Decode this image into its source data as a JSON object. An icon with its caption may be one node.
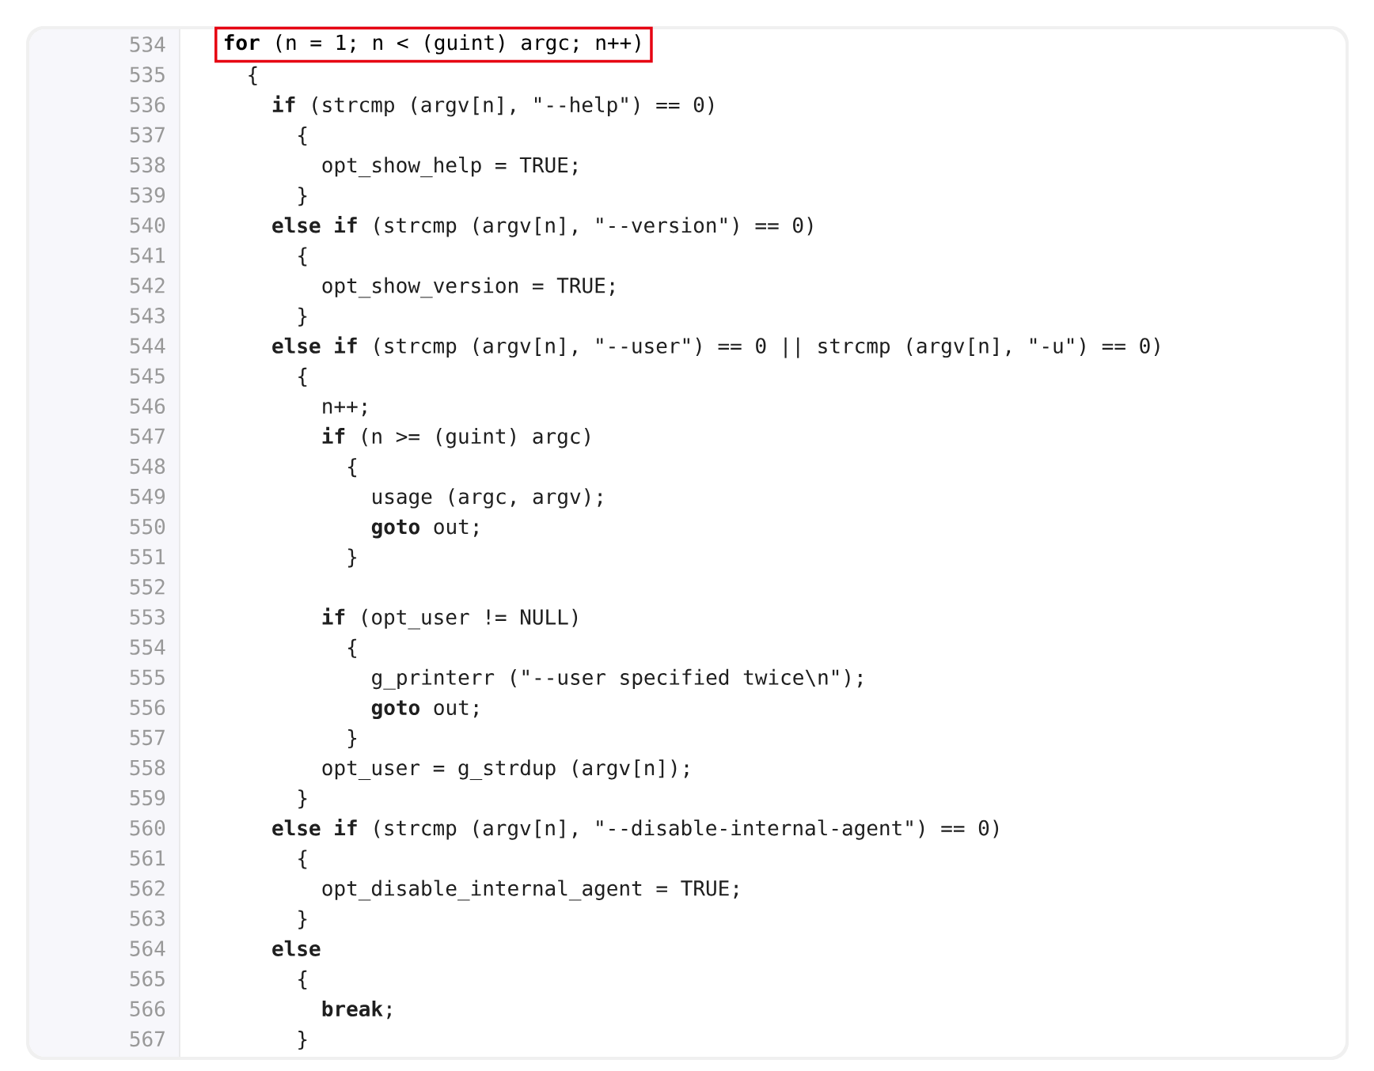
{
  "diagram": {
    "nodes": [
      {
        "text": [
          "**for** (n = 1; n < (guint) argc; n++)"
        ]
      }
    ],
    "labels": [
      "534",
      "535",
      "{",
      "536",
      "**if** (strcmp (argv[n], \"--help\") == 0)",
      "537",
      "{",
      "538",
      "opt_show_help = TRUE;",
      "539",
      "}",
      "540",
      "**else if** (strcmp (argv[n], \"--version\") == 0)",
      "541",
      "{",
      "542",
      "opt_show_version = TRUE;",
      "543",
      "}",
      "544",
      "**else if** (strcmp (argv[n], \"--user\") == 0 || strcmp (argv[n], \"-u\") == 0)",
      "545",
      "{",
      "546",
      "n++;",
      "547",
      "**if** (n >= (guint) argc)",
      "548",
      "{",
      "549",
      "usage (argc, argv);",
      "550",
      "**goto** out;",
      "551",
      "}",
      "552",
      "553",
      "**if** (opt_user != NULL)",
      "554",
      "{",
      "555",
      "g_printerr (\"--user specified twice\\n\");",
      "556",
      "**goto** out;",
      "557",
      "}",
      "558",
      "opt_user = g_strdup (argv[n]);",
      "559",
      "}",
      "560",
      "**else if** (strcmp (argv[n], \"--disable-internal-agent\") == 0)",
      "561",
      "{",
      "562",
      "opt_disable_internal_agent = TRUE;",
      "563",
      "}",
      "564",
      "**else**",
      "565",
      "{",
      "566",
      "**break**;",
      "567",
      "}"
    ]
  }
}
